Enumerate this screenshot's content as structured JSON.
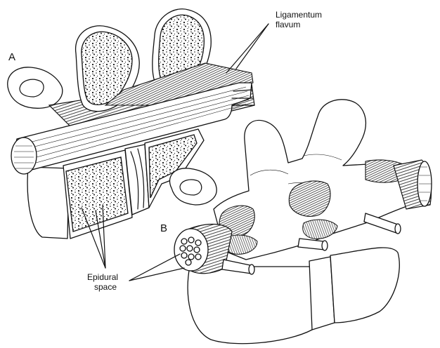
{
  "figure": {
    "panel_a": "A",
    "panel_b": "B",
    "ligament_label_line1": "Ligamentum",
    "ligament_label_line2": "flavum",
    "epidural_label_line1": "Epidural",
    "epidural_label_line2": "space"
  }
}
